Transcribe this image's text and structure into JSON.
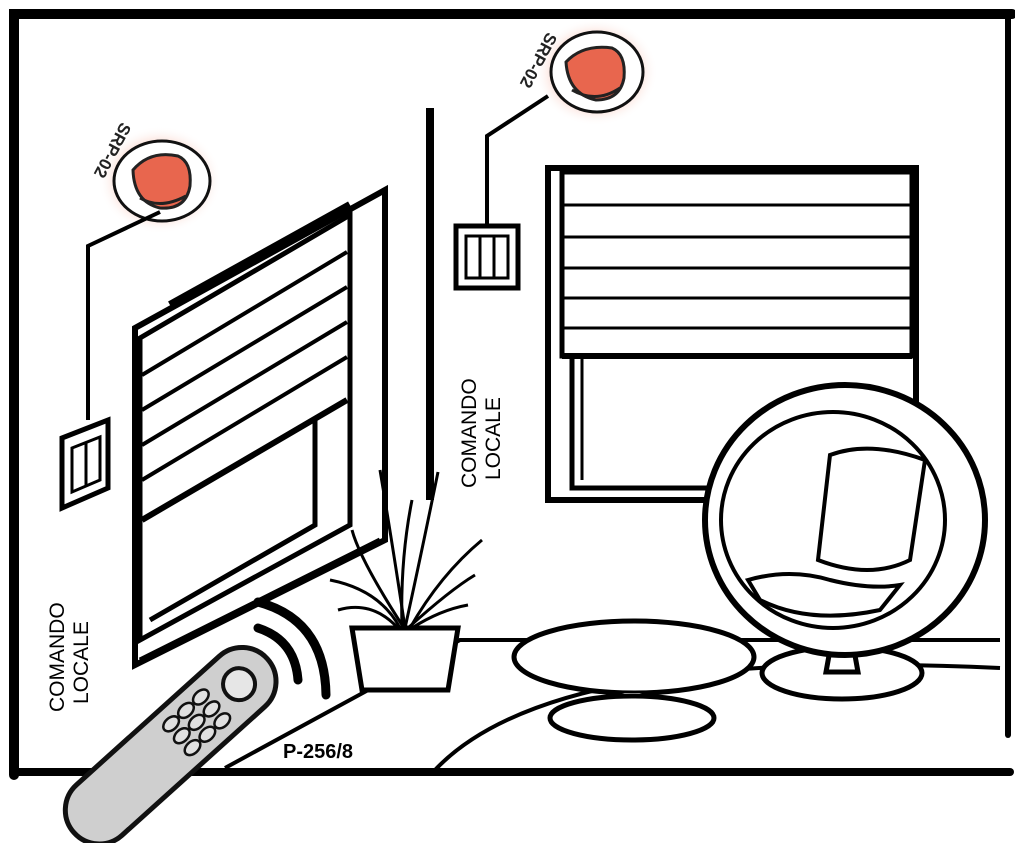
{
  "labels": {
    "local_command_left": [
      "COMANDO",
      "LOCALE"
    ],
    "local_command_right": [
      "COMANDO",
      "LOCALE"
    ],
    "remote_model": "P-256/8",
    "receiver_left": "SRP-02",
    "receiver_right": "SRP-02"
  },
  "colors": {
    "receiver": "#e8664e",
    "receiver_glow": "#f6b7a6",
    "remote": "#cfcfcf",
    "line": "#000000"
  },
  "icons": {
    "receiver": "receiver-icon",
    "switch": "wall-switch-icon",
    "remote": "remote-control-icon",
    "signal": "signal-waves-icon"
  }
}
